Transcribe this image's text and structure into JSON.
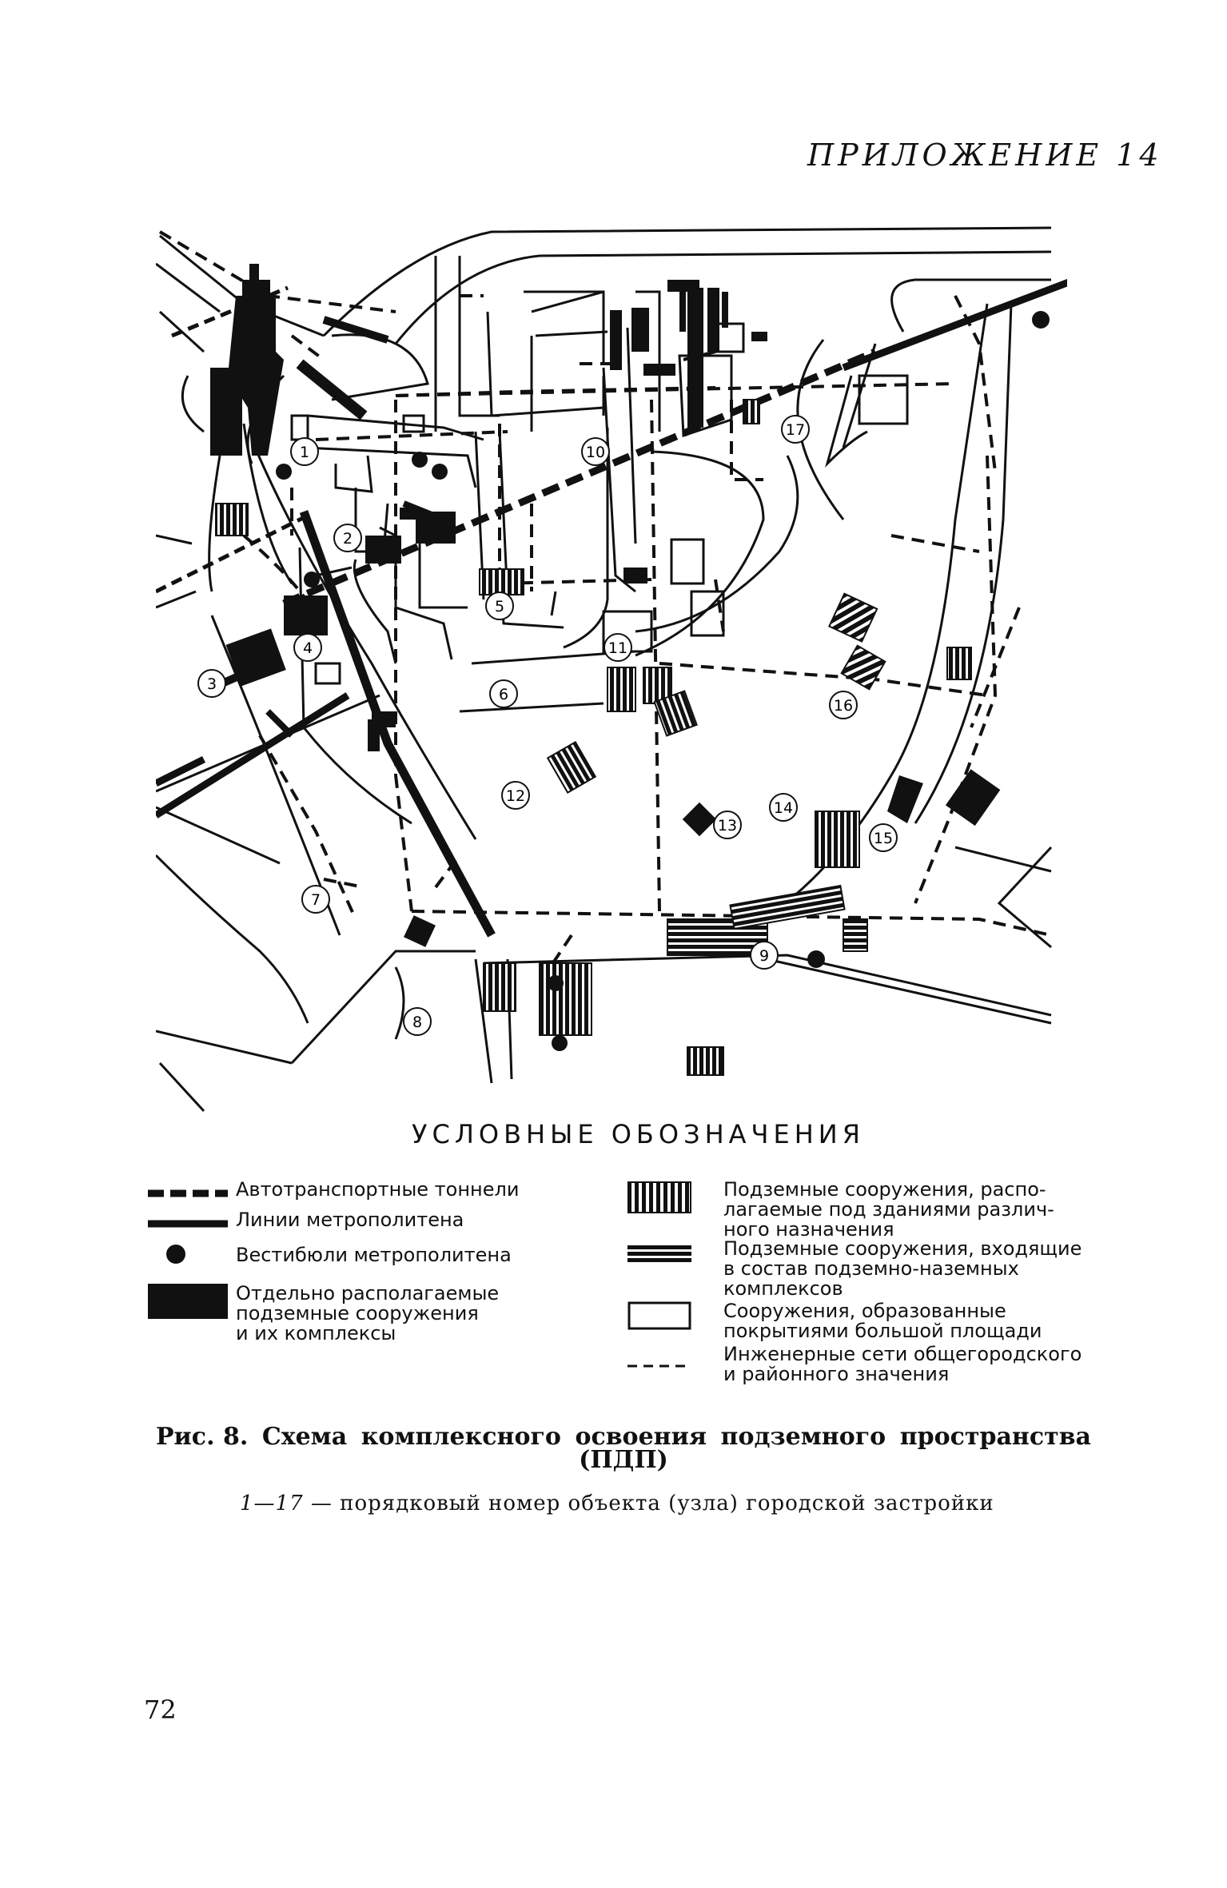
{
  "header": "ПРИЛОЖЕНИЕ 14",
  "diagram": {
    "object_numbers": [
      "1",
      "2",
      "3",
      "4",
      "5",
      "6",
      "7",
      "8",
      "9",
      "10",
      "11",
      "12",
      "13",
      "14",
      "15",
      "16",
      "17"
    ]
  },
  "legend": {
    "title": "УСЛОВНЫЕ ОБОЗНАЧЕНИЯ",
    "left": [
      {
        "symbol": "tunnel",
        "label": "Автотранспортные тоннели"
      },
      {
        "symbol": "metro-line",
        "label": "Линии метрополитена"
      },
      {
        "symbol": "metro-vestibule",
        "label": "Вестибюли метрополитена"
      },
      {
        "symbol": "separate-underground",
        "label_lines": [
          "Отдельно располагаемые",
          "подземные сооружения",
          "и их комплексы"
        ]
      }
    ],
    "right": [
      {
        "symbol": "under-buildings",
        "label_lines": [
          "Подземные сооружения, распо-",
          "лагаемые под зданиями различ-",
          "ного назначения"
        ]
      },
      {
        "symbol": "underground-aboveground",
        "label_lines": [
          "Подземные сооружения, входящие",
          "в состав подземно-наземных",
          "комплексов"
        ]
      },
      {
        "symbol": "large-area-cover",
        "label_lines": [
          "Сооружения, образованные",
          "покрытиями большой площади"
        ]
      },
      {
        "symbol": "engineering-networks",
        "label_lines": [
          "Инженерные сети общегородского",
          "и районного значения"
        ]
      }
    ]
  },
  "caption": {
    "words": [
      "Рис. 8.",
      "Схема",
      "комплексного",
      "освоения",
      "подземного",
      "пространства"
    ],
    "line2": "(ПДП)",
    "sub_range": "1—17",
    "sub_text": " — порядковый номер объекта (узла) городской застройки"
  },
  "page_number": "72"
}
